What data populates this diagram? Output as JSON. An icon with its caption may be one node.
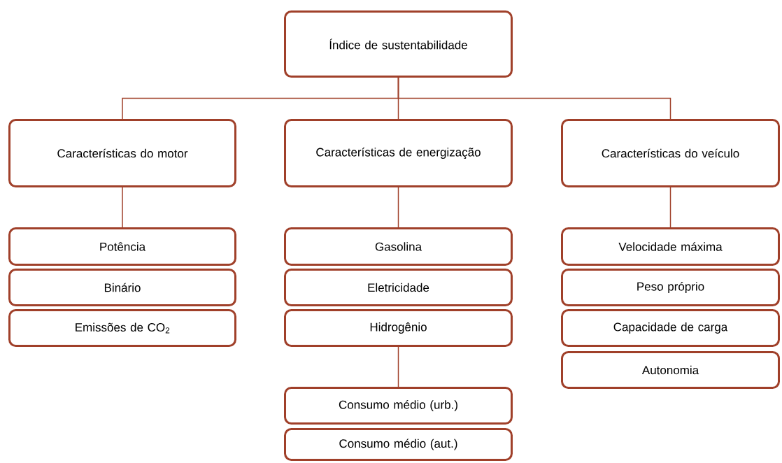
{
  "diagram": {
    "nodes": [
      {
        "text": [
          "Índice de sustentabilidade"
        ]
      },
      {
        "text": [
          "Características do motor"
        ]
      },
      {
        "text": [
          "Características de energização"
        ]
      },
      {
        "text": [
          "Características do veículo"
        ]
      },
      {
        "text": [
          "Potência"
        ]
      },
      {
        "text": [
          "Binário"
        ]
      },
      {
        "text": [
          "Emissões de CO$_{2}$"
        ]
      },
      {
        "text": [
          "Gasolina"
        ]
      },
      {
        "text": [
          "Eletricidade"
        ]
      },
      {
        "text": [
          "Hidrogênio"
        ]
      },
      {
        "text": [
          "Consumo médio (urb.)"
        ]
      },
      {
        "text": [
          "Consumo médio (aut.)"
        ]
      },
      {
        "text": [
          "Velocidade máxima"
        ]
      },
      {
        "text": [
          "Peso próprio"
        ]
      },
      {
        "text": [
          "Capacidade de carga"
        ]
      },
      {
        "text": [
          "Autonomia"
        ]
      }
    ],
    "edges": [
      {
        "from": 0,
        "to": 1,
        "arrow": "none"
      },
      {
        "from": 0,
        "to": 2,
        "arrow": "none"
      },
      {
        "from": 0,
        "to": 3,
        "arrow": "none"
      },
      {
        "from": 1,
        "to": 4,
        "arrow": "none"
      },
      {
        "from": 2,
        "to": 7,
        "arrow": "none"
      },
      {
        "from": 3,
        "to": 12,
        "arrow": "none"
      },
      {
        "from": 9,
        "to": 10,
        "arrow": "none"
      }
    ]
  }
}
